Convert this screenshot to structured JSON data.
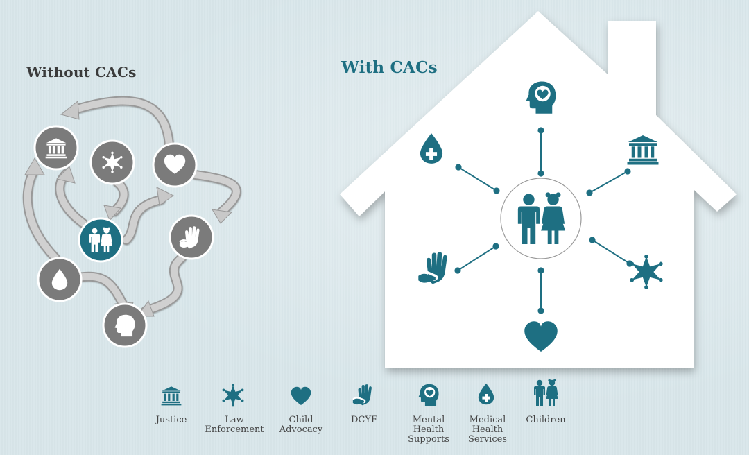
{
  "titles": {
    "without": "Without CACs",
    "with": "With CACs"
  },
  "colors": {
    "background": "#d8e6ea",
    "teal": "#1e6f82",
    "gray_circle": "#7b7b7b",
    "arrow_gray": "#bdbdbd",
    "house": "#ffffff"
  },
  "legend": [
    {
      "icon": "courthouse-icon",
      "label": "Justice"
    },
    {
      "icon": "sheriff-star-icon",
      "label": "Law\nEnforcement"
    },
    {
      "icon": "heart-icon",
      "label": "Child\nAdvocacy"
    },
    {
      "icon": "helping-hand-icon",
      "label": "DCYF"
    },
    {
      "icon": "head-heart-icon",
      "label": "Mental\nHealth\nSupports"
    },
    {
      "icon": "medical-drop-icon",
      "label": "Medical\nHealth\nServices"
    },
    {
      "icon": "children-icon",
      "label": "Children"
    }
  ]
}
